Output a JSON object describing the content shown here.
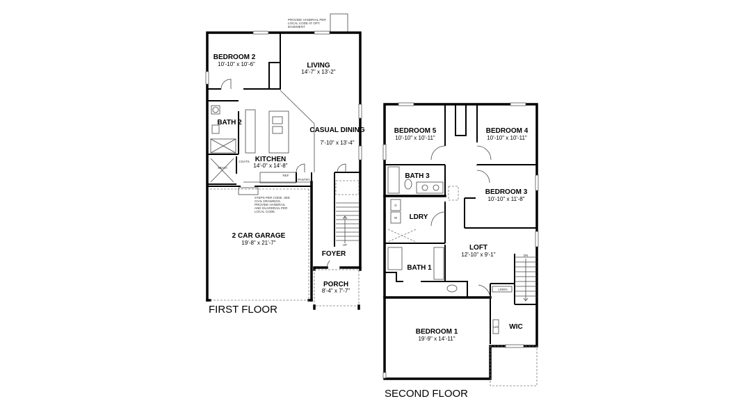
{
  "first_floor": {
    "title": "FIRST FLOOR",
    "rooms": [
      {
        "name": "BEDROOM 2",
        "size": "10'-10\" x 10'-6\""
      },
      {
        "name": "LIVING",
        "size": "14'-7\" x 13'-2\""
      },
      {
        "name": "CASUAL DINING",
        "size": "7'-10\" x 13'-4\""
      },
      {
        "name": "BATH 2",
        "size": ""
      },
      {
        "name": "KITCHEN",
        "size": "14'-0\" x 14'-8\""
      },
      {
        "name": "2 CAR GARAGE",
        "size": "19'-8\" x 21'-7\""
      },
      {
        "name": "FOYER",
        "size": ""
      },
      {
        "name": "PORCH",
        "size": "8'-4\" x 7'-7\""
      }
    ],
    "labels": {
      "mech": "MECH",
      "coats": "COATS",
      "ref": "REF",
      "pantry": "PANTRY",
      "up": "UP"
    },
    "notes": {
      "handrail": "PROVIDE HANDRAIL PER LOCAL CODE AT OPT. BASEMENT",
      "steps": "STEPS PER CODE. SEE CIVIL DRAWINGS. PROVIDE HANDRAIL AND GUARDRAIL PER LOCAL CODE."
    }
  },
  "second_floor": {
    "title": "SECOND FLOOR",
    "rooms": [
      {
        "name": "BEDROOM 5",
        "size": "10'-10\" x 10'-11\""
      },
      {
        "name": "BEDROOM 4",
        "size": "10'-10\" x 10'-11\""
      },
      {
        "name": "BATH 3",
        "size": ""
      },
      {
        "name": "BEDROOM 3",
        "size": "10'-10\" x 11'-8\""
      },
      {
        "name": "LDRY",
        "size": ""
      },
      {
        "name": "LOFT",
        "size": "12'-10\" x 9'-1\""
      },
      {
        "name": "BATH 1",
        "size": ""
      },
      {
        "name": "BEDROOM 1",
        "size": "19'-9\" x 14'-11\""
      },
      {
        "name": "WIC",
        "size": ""
      }
    ],
    "labels": {
      "linen": "LINEN",
      "lin": "LIN",
      "dryer": "D",
      "washer": "W",
      "dn": "DN"
    }
  }
}
